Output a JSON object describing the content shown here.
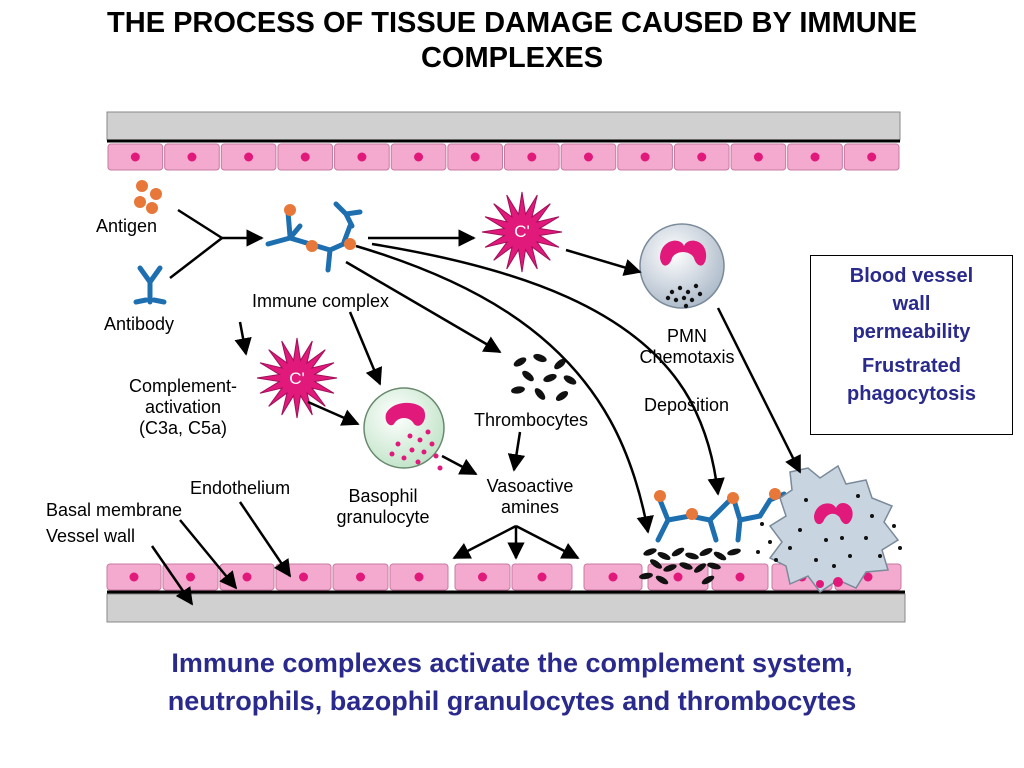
{
  "title": {
    "line1": "THE PROCESS OF TISSUE DAMAGE CAUSED BY IMMUNE",
    "line2": "COMPLEXES"
  },
  "labels": {
    "antigen": "Antigen",
    "antibody": "Antibody",
    "immune_complex": "Immune complex",
    "complement_activation": [
      "Complement-",
      "activation",
      "(C3a, C5a)"
    ],
    "complement_symbol": "C'",
    "basophil": [
      "Basophil",
      "granulocyte"
    ],
    "thrombocytes": "Thrombocytes",
    "pmn": [
      "PMN",
      "Chemotaxis"
    ],
    "deposition": "Deposition",
    "vasoactive": [
      "Vasoactive",
      "amines"
    ],
    "endothelium": "Endothelium",
    "basal_membrane": "Basal membrane",
    "vessel_wall": "Vessel wall"
  },
  "result_box": {
    "line1": "Blood vessel",
    "line2": "wall",
    "line3": "permeability",
    "line4": "Frustrated",
    "line5": "phagocytosis"
  },
  "footer": {
    "line1": "Immune complexes activate the complement system,",
    "line2": "neutrophils, bazophil granulocytes and thrombocytes"
  },
  "colors": {
    "title": "#000000",
    "footer": "#2a2a8c",
    "endothelial_cell": "#f4a9cf",
    "nucleus": "#e0197b",
    "complement_star": "#e0197b",
    "antibody": "#1e6fb0",
    "antigen": "#e8773a",
    "vessel_wall": "#d0d0d0"
  }
}
